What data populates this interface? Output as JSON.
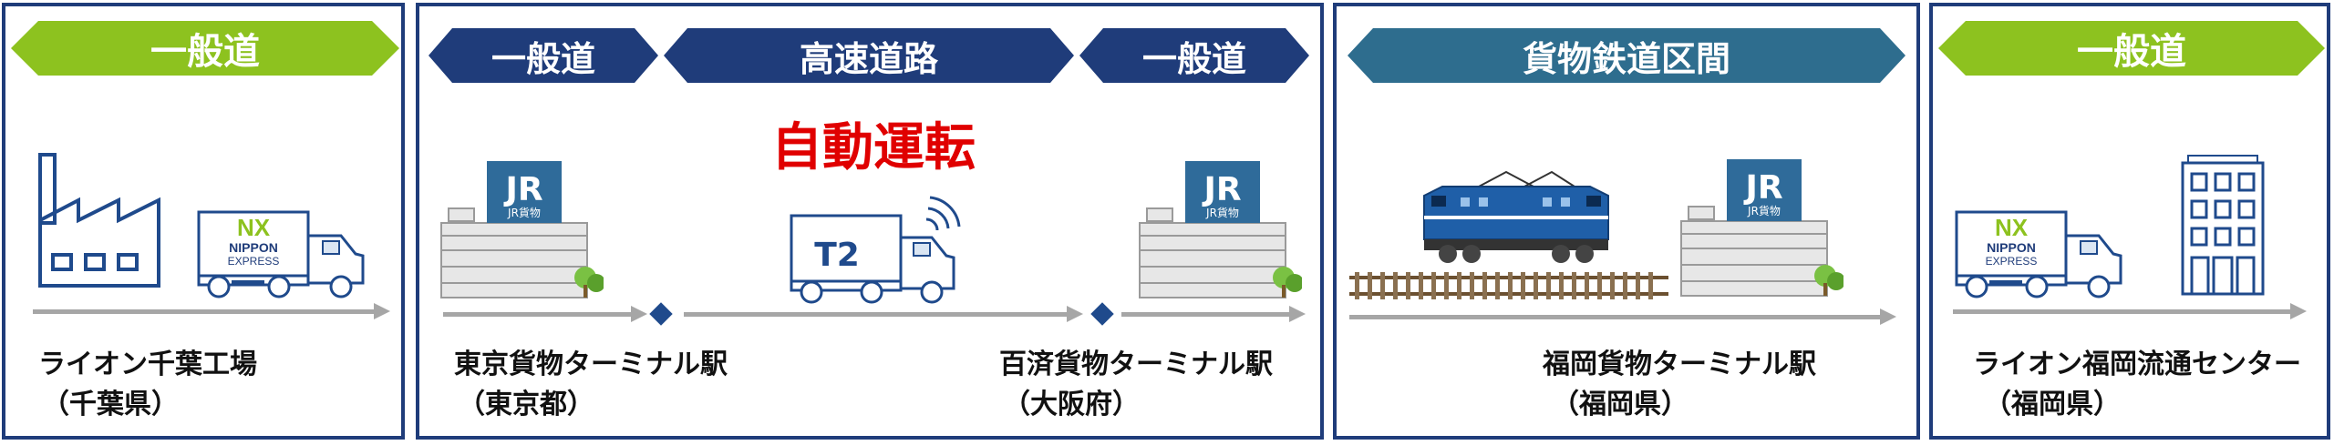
{
  "colors": {
    "panel_border": "#1f3c7a",
    "green_header": "#8dc21f",
    "navy_header": "#1f3c7a",
    "rail_header": "#2e6d8e",
    "autonomous_text": "#e00000",
    "flow_arrow": "#a6a6a6",
    "jr_blue": "#2f6b9a"
  },
  "panel1": {
    "header": "一般道",
    "origin_name": "ライオン千葉工場",
    "origin_pref": "（千葉県）",
    "truck_brand_top": "NX",
    "truck_brand_mid": "NIPPON",
    "truck_brand_bottom": "EXPRESS"
  },
  "panel2": {
    "header_left": "一般道",
    "header_mid": "高速道路",
    "header_right": "一般道",
    "autonomous": "自動運転",
    "truck_logo": "T2",
    "station_left_name": "東京貨物ターミナル駅",
    "station_left_pref": "（東京都）",
    "station_right_name": "百済貨物ターミナル駅",
    "station_right_pref": "（大阪府）",
    "jr_logo": "JR",
    "jr_sub": "JR貨物"
  },
  "panel3": {
    "header": "貨物鉄道区間",
    "station_name": "福岡貨物ターミナル駅",
    "station_pref": "（福岡県）",
    "jr_logo": "JR",
    "jr_sub": "JR貨物"
  },
  "panel4": {
    "header": "一般道",
    "dest_name": "ライオン福岡流通センター",
    "dest_pref": "（福岡県）",
    "truck_brand_top": "NX",
    "truck_brand_mid": "NIPPON",
    "truck_brand_bottom": "EXPRESS"
  }
}
